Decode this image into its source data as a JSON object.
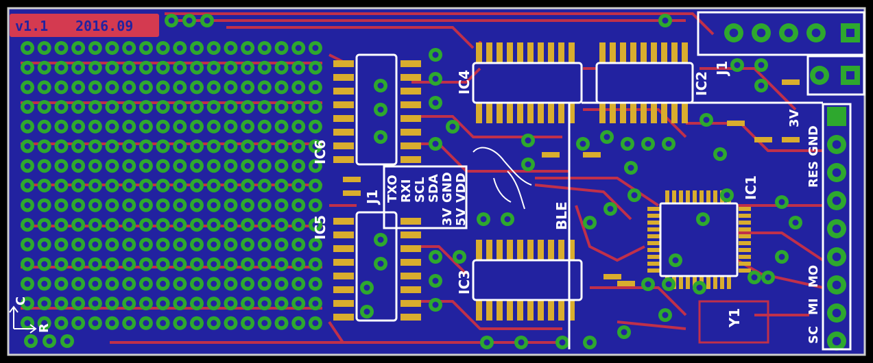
{
  "board": {
    "version_tag": "v1.1",
    "date_tag": "2016.09",
    "colors": {
      "background": "#000000",
      "outline": "#cfcfcf",
      "bottom_copper": "#2222a0",
      "top_copper": "#c0304a",
      "tag_box": "#d43a50",
      "tag_text": "#2222a0",
      "smd_pad": "#d9ad2e",
      "via_ring": "#2ea82e",
      "silkscreen": "#ffffff"
    }
  },
  "components": {
    "ic6": "IC6",
    "ic5": "IC5",
    "ic4": "IC4",
    "ic3": "IC3",
    "ic2": "IC2",
    "ic1": "IC1",
    "j1_center": "J1",
    "j1_right": "J1",
    "y1": "Y1",
    "ble": "BLE"
  },
  "pin_labels": {
    "txo": "TXO",
    "rxi": "RXI",
    "scl": "SCL",
    "sda": "SDA",
    "gnd": "GND",
    "vdd": "VDD",
    "v3": "3V",
    "v5": "5V"
  },
  "header_labels": {
    "v3": "3V",
    "gnd": "GND",
    "res": "RES",
    "mo": "MO",
    "mi": "MI",
    "sc": "SC"
  },
  "axis": {
    "c": "C",
    "r": "R"
  },
  "proto_grid": {
    "cols": 18,
    "rows": 15
  }
}
